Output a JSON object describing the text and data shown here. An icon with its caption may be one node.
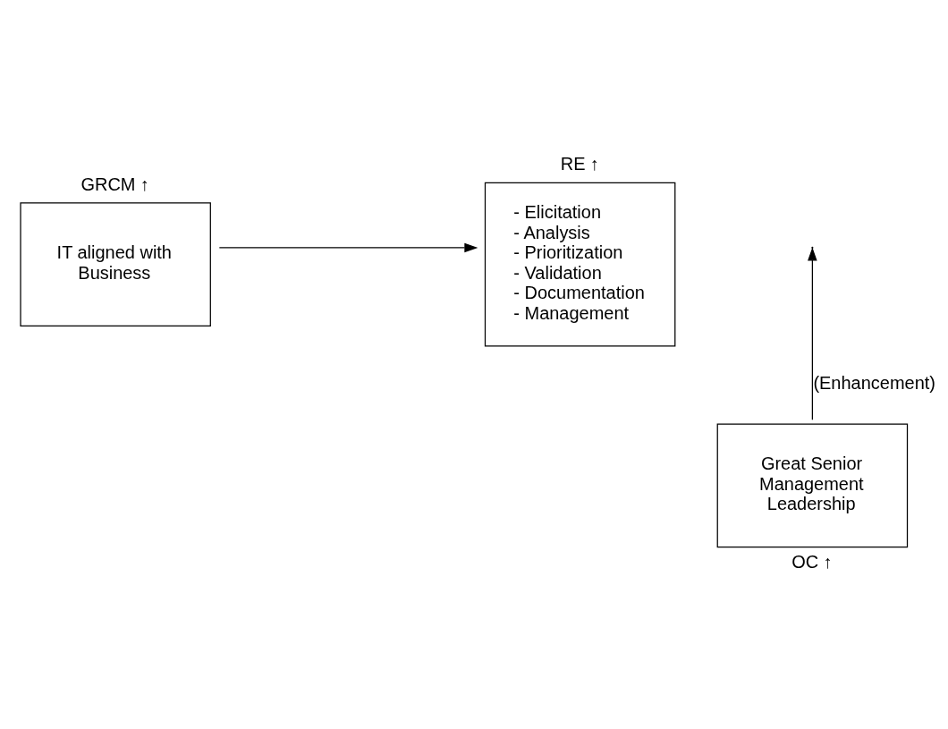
{
  "diagram": {
    "nodes": [
      {
        "text": [
          "IT aligned with Business"
        ],
        "beside": [
          "GRCM ↑"
        ]
      },
      {
        "text": [
          "- Elicitation",
          "- Analysis",
          "- Prioritization",
          "- Validation",
          "- Documentation",
          "- Management"
        ],
        "beside": [
          "RE ↑"
        ]
      },
      {
        "text": [
          "Great Senior Management Leadership"
        ],
        "beside": [
          "OC ↑"
        ]
      }
    ],
    "edges": [
      {
        "from": 0,
        "to": 1,
        "arrow": "to"
      },
      {
        "from": 2,
        "to": null,
        "arrow": "to",
        "label": "(Enhancement)"
      }
    ]
  }
}
